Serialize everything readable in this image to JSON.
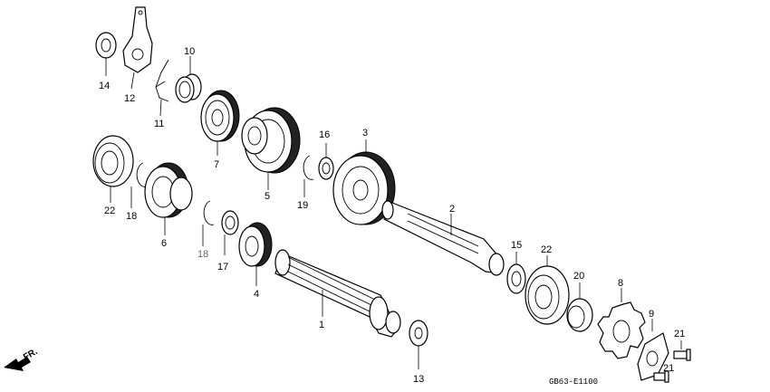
{
  "diagram": {
    "code": "GB63-E1100",
    "direction_label": "FR.",
    "parts": [
      {
        "id": "p1",
        "num": "1"
      },
      {
        "id": "p2",
        "num": "2"
      },
      {
        "id": "p3",
        "num": "3"
      },
      {
        "id": "p4",
        "num": "4"
      },
      {
        "id": "p5",
        "num": "5"
      },
      {
        "id": "p6",
        "num": "6"
      },
      {
        "id": "p7",
        "num": "7"
      },
      {
        "id": "p8",
        "num": "8"
      },
      {
        "id": "p9",
        "num": "9"
      },
      {
        "id": "p10",
        "num": "10"
      },
      {
        "id": "p11",
        "num": "11"
      },
      {
        "id": "p12",
        "num": "12"
      },
      {
        "id": "p13",
        "num": "13"
      },
      {
        "id": "p14",
        "num": "14"
      },
      {
        "id": "p15",
        "num": "15"
      },
      {
        "id": "p16",
        "num": "16"
      },
      {
        "id": "p17",
        "num": "17"
      },
      {
        "id": "p18a",
        "num": "18"
      },
      {
        "id": "p18b",
        "num": "18"
      },
      {
        "id": "p19",
        "num": "19"
      },
      {
        "id": "p20",
        "num": "20"
      },
      {
        "id": "p21a",
        "num": "21"
      },
      {
        "id": "p21b",
        "num": "21"
      },
      {
        "id": "p22a",
        "num": "22"
      },
      {
        "id": "p22b",
        "num": "22"
      }
    ]
  }
}
